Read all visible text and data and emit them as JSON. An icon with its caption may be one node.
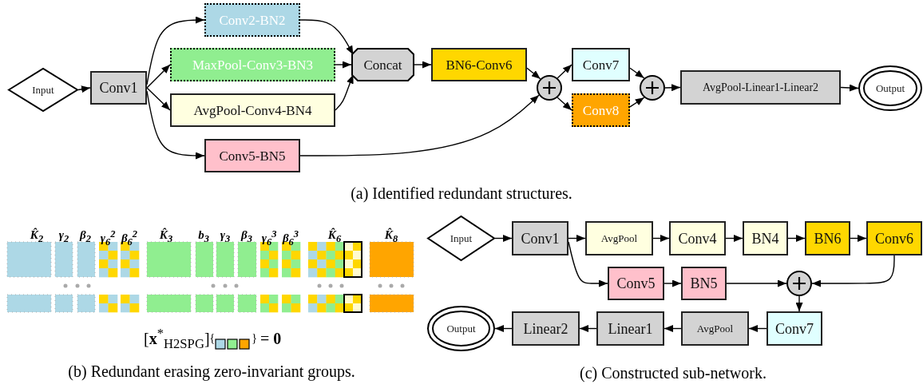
{
  "diagram": {
    "nodes": [
      {
        "text": [
          "Input"
        ]
      },
      {
        "text": [
          "Conv1"
        ]
      },
      {
        "text": [
          "Conv2-BN2"
        ]
      },
      {
        "text": [
          "MaxPool-Conv3-BN3"
        ]
      },
      {
        "text": [
          "AvgPool-Conv4-BN4"
        ]
      },
      {
        "text": [
          "Conv5-BN5"
        ]
      },
      {
        "text": [
          "Concat"
        ]
      },
      {
        "text": [
          "BN6-Conv6"
        ]
      },
      {
        "text": [],
        "shape": "circle"
      },
      {
        "text": [
          "Conv7"
        ]
      },
      {
        "text": [
          "Conv8"
        ]
      },
      {
        "text": [],
        "shape": "circle"
      },
      {
        "text": [
          "AvgPool-Linear1-Linear2"
        ]
      },
      {
        "text": [
          "Output"
        ]
      },
      {
        "text": [
          "Input"
        ]
      },
      {
        "text": [
          "Conv1"
        ]
      },
      {
        "text": [
          "AvgPool"
        ]
      },
      {
        "text": [
          "Conv4"
        ]
      },
      {
        "text": [
          "BN4"
        ]
      },
      {
        "text": [
          "BN6"
        ]
      },
      {
        "text": [
          "Conv6"
        ]
      },
      {
        "text": [
          "Conv5"
        ]
      },
      {
        "text": [
          "BN5"
        ]
      },
      {
        "text": [],
        "shape": "circle"
      },
      {
        "text": [
          "Conv7"
        ]
      },
      {
        "text": [
          "AvgPool"
        ]
      },
      {
        "text": [
          "Linear1"
        ]
      },
      {
        "text": [
          "Linear2"
        ]
      },
      {
        "text": [
          "Output"
        ]
      }
    ],
    "edges": [
      {
        "from": 0,
        "to": 1,
        "arrow": "to"
      },
      {
        "from": 1,
        "to": 2,
        "arrow": "to"
      },
      {
        "from": 1,
        "to": 3,
        "arrow": "to"
      },
      {
        "from": 1,
        "to": 4,
        "arrow": "to"
      },
      {
        "from": 1,
        "to": 5,
        "arrow": "to"
      },
      {
        "from": 2,
        "to": 6,
        "arrow": "to"
      },
      {
        "from": 3,
        "to": 6,
        "arrow": "to"
      },
      {
        "from": 4,
        "to": 6,
        "arrow": "to"
      },
      {
        "from": 6,
        "to": 7,
        "arrow": "to"
      },
      {
        "from": 7,
        "to": 8,
        "arrow": "to"
      },
      {
        "from": 5,
        "to": 8,
        "arrow": "to"
      },
      {
        "from": 8,
        "to": 9,
        "arrow": "to"
      },
      {
        "from": 8,
        "to": 10,
        "arrow": "to"
      },
      {
        "from": 9,
        "to": 11,
        "arrow": "to"
      },
      {
        "from": 10,
        "to": 11,
        "arrow": "to"
      },
      {
        "from": 11,
        "to": 12,
        "arrow": "to"
      },
      {
        "from": 12,
        "to": 13,
        "arrow": "to"
      },
      {
        "from": 14,
        "to": 15,
        "arrow": "to"
      },
      {
        "from": 15,
        "to": 16,
        "arrow": "to"
      },
      {
        "from": 16,
        "to": 17,
        "arrow": "to"
      },
      {
        "from": 17,
        "to": 18,
        "arrow": "to"
      },
      {
        "from": 18,
        "to": 19,
        "arrow": "to"
      },
      {
        "from": 19,
        "to": 20,
        "arrow": "to"
      },
      {
        "from": 15,
        "to": 21,
        "arrow": "to"
      },
      {
        "from": 21,
        "to": 22,
        "arrow": "to"
      },
      {
        "from": 22,
        "to": 23,
        "arrow": "to"
      },
      {
        "from": 20,
        "to": 23,
        "arrow": "to"
      },
      {
        "from": 23,
        "to": 24,
        "arrow": "to"
      },
      {
        "from": 24,
        "to": 25,
        "arrow": "to"
      },
      {
        "from": 25,
        "to": 26,
        "arrow": "to"
      },
      {
        "from": 26,
        "to": 27,
        "arrow": "to"
      },
      {
        "from": 27,
        "to": 28,
        "arrow": "to"
      }
    ],
    "labels": [
      "(a) Identified redundant structures.",
      "K̂$_{2}$",
      "γ$_{2}$",
      "β$_{2}$",
      "γ$_{6}$$^{2}$",
      "β$_{6}$$^{2}$",
      "K̂$_{3}$",
      "b$_{3}$",
      "γ$_{3}$",
      "β$_{3}$",
      "γ$_{6}$$^{3}$",
      "β$_{6}$$^{3}$",
      "K̂$_{6}$",
      "K̂$_{8}$",
      "[**x**$^{*}$$_{H2SPG}$]",
      "{",
      "}",
      "= **0**",
      "(b) Redundant erasing zero-invariant groups.",
      "(c) Constructed sub-network."
    ]
  }
}
